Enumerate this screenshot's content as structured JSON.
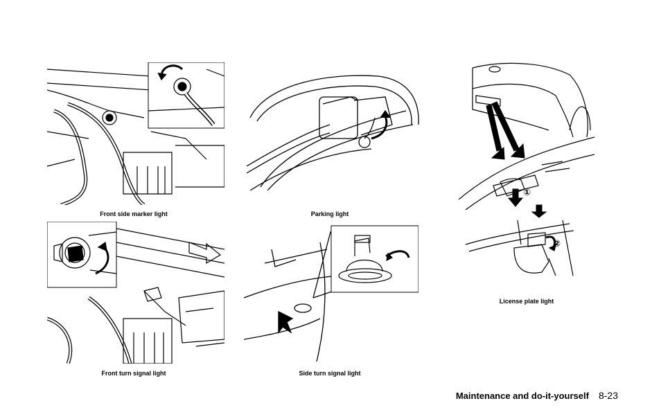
{
  "figures": [
    {
      "id": "front-side-marker",
      "caption": "Front side marker light"
    },
    {
      "id": "parking",
      "caption": "Parking light"
    },
    {
      "id": "front-turn-signal",
      "caption": "Front turn signal light"
    },
    {
      "id": "side-turn-signal",
      "caption": "Side turn signal light"
    },
    {
      "id": "license-plate",
      "caption": "License plate light",
      "callouts": [
        "①",
        "②"
      ]
    }
  ],
  "footer": {
    "section": "Maintenance and do-it-yourself",
    "page": "8-23"
  }
}
